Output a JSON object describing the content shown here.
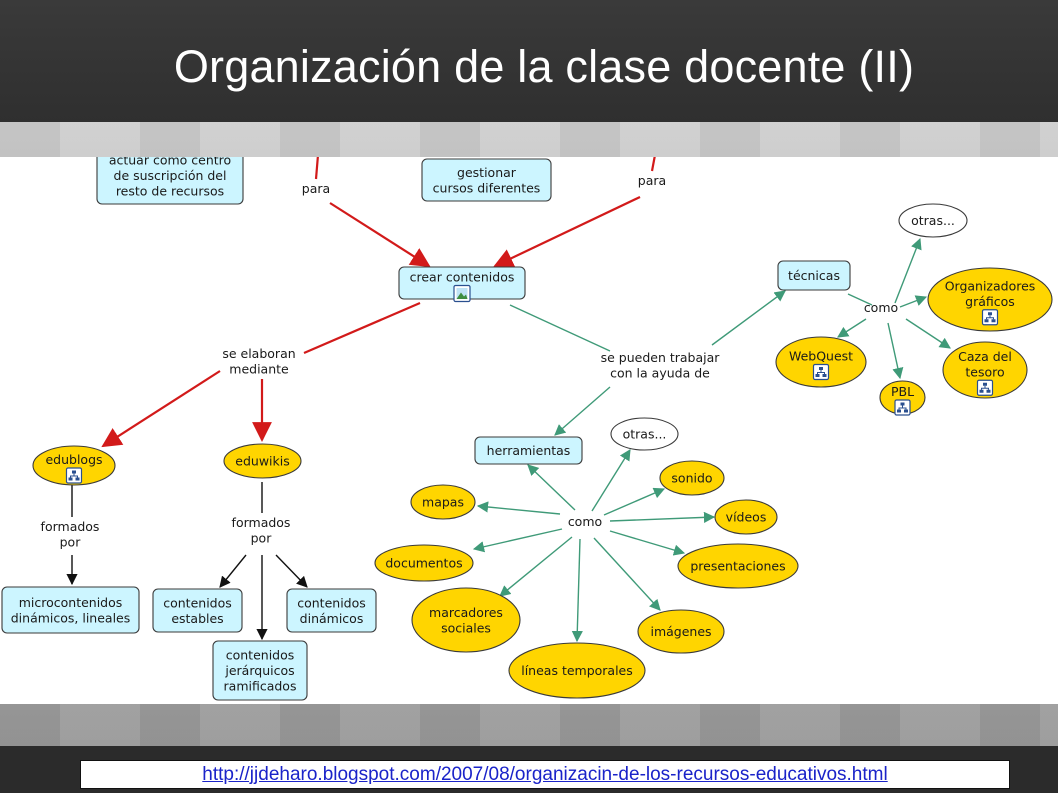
{
  "slide": {
    "title": "Organización de la clase docente (II)",
    "source_url": "http://jjdeharo.blogspot.com/2007/08/organizacin-de-los-recursos-educativos.html"
  },
  "colors": {
    "concept_fill": "#ccf5ff",
    "resource_fill": "#ffd500",
    "note_fill": "#ffffff",
    "red_arrow": "#d21a1a",
    "green_arrow": "#3f9a78",
    "black_arrow": "#111111"
  },
  "concept_map": {
    "nodes": [
      {
        "id": "suscripcion",
        "style": "concept",
        "lines": [
          "actuar como centro",
          "de suscripción del",
          "resto de recursos"
        ]
      },
      {
        "id": "gestionar",
        "style": "concept",
        "lines": [
          "gestionar",
          "cursos diferentes"
        ]
      },
      {
        "id": "crear",
        "style": "concept",
        "lines": [
          "crear contenidos"
        ],
        "icon": "image-resource-icon"
      },
      {
        "id": "tecnicas",
        "style": "concept",
        "lines": [
          "técnicas"
        ]
      },
      {
        "id": "otras1",
        "style": "note",
        "lines": [
          "otras..."
        ]
      },
      {
        "id": "organizadores",
        "style": "resource",
        "lines": [
          "Organizadores",
          "gráficos"
        ],
        "icon": "concept-map-icon"
      },
      {
        "id": "webquest",
        "style": "resource",
        "lines": [
          "WebQuest"
        ],
        "icon": "concept-map-icon"
      },
      {
        "id": "caza",
        "style": "resource",
        "lines": [
          "Caza del",
          "tesoro"
        ],
        "icon": "concept-map-icon"
      },
      {
        "id": "pbl",
        "style": "resource",
        "lines": [
          "PBL"
        ],
        "icon": "concept-map-icon"
      },
      {
        "id": "edublogs",
        "style": "resource",
        "lines": [
          "edublogs"
        ],
        "icon": "concept-map-icon"
      },
      {
        "id": "eduwikis",
        "style": "resource",
        "lines": [
          "eduwikis"
        ]
      },
      {
        "id": "herramientas",
        "style": "concept",
        "lines": [
          "herramientas"
        ]
      },
      {
        "id": "otras2",
        "style": "note",
        "lines": [
          "otras..."
        ]
      },
      {
        "id": "sonido",
        "style": "resource",
        "lines": [
          "sonido"
        ]
      },
      {
        "id": "mapas",
        "style": "resource",
        "lines": [
          "mapas"
        ]
      },
      {
        "id": "videos",
        "style": "resource",
        "lines": [
          "vídeos"
        ]
      },
      {
        "id": "documentos",
        "style": "resource",
        "lines": [
          "documentos"
        ]
      },
      {
        "id": "presentaciones",
        "style": "resource",
        "lines": [
          "presentaciones"
        ]
      },
      {
        "id": "marcadores",
        "style": "resource",
        "lines": [
          "marcadores",
          "sociales"
        ]
      },
      {
        "id": "imagenes",
        "style": "resource",
        "lines": [
          "imágenes"
        ]
      },
      {
        "id": "lineas",
        "style": "resource",
        "lines": [
          "líneas temporales"
        ]
      },
      {
        "id": "microcontenidos",
        "style": "concept",
        "lines": [
          "microcontenidos",
          "dinámicos, lineales"
        ]
      },
      {
        "id": "estables",
        "style": "concept",
        "lines": [
          "contenidos",
          "estables"
        ]
      },
      {
        "id": "dinamicos",
        "style": "concept",
        "lines": [
          "contenidos",
          "dinámicos"
        ]
      },
      {
        "id": "jerarquicos",
        "style": "concept",
        "lines": [
          "contenidos",
          "jerárquicos",
          "ramificados"
        ]
      }
    ],
    "link_phrases": [
      {
        "id": "para1",
        "lines": [
          "para"
        ]
      },
      {
        "id": "para2",
        "lines": [
          "para"
        ]
      },
      {
        "id": "elaboran",
        "lines": [
          "se elaboran",
          "mediante"
        ]
      },
      {
        "id": "trabajar",
        "lines": [
          "se pueden trabajar",
          "con la ayuda de"
        ]
      },
      {
        "id": "como_tecnicas",
        "lines": [
          "como"
        ]
      },
      {
        "id": "como_herramientas",
        "lines": [
          "como"
        ]
      },
      {
        "id": "formados1",
        "lines": [
          "formados",
          "por"
        ]
      },
      {
        "id": "formados2",
        "lines": [
          "formados",
          "por"
        ]
      }
    ]
  }
}
